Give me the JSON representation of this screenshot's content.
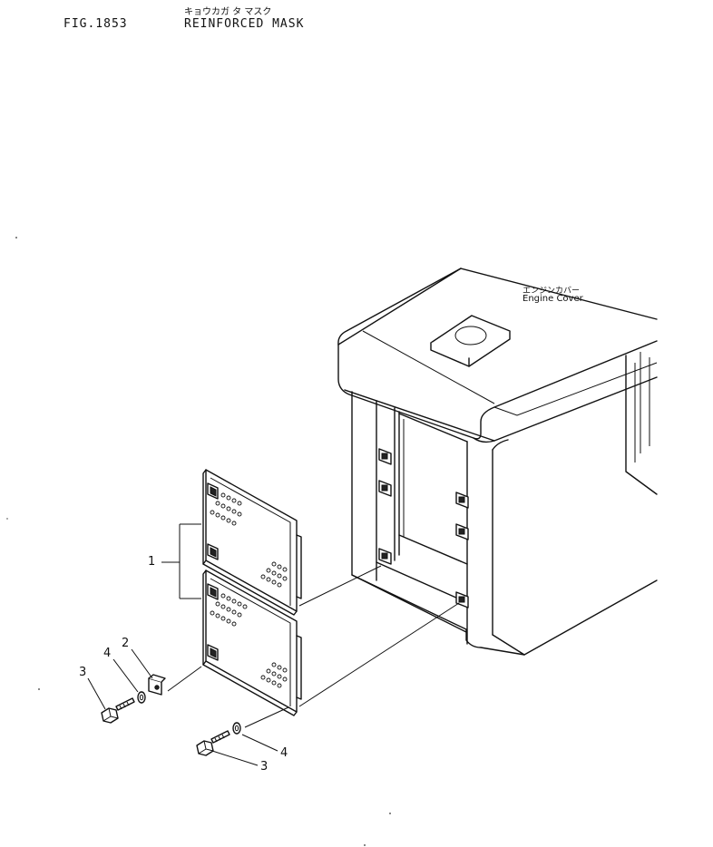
{
  "header": {
    "figure_number": "FIG.1853",
    "title_jp": "キョウカガ タ マスク",
    "title_en": "REINFORCED MASK"
  },
  "labels": {
    "engine_cover_jp": "エンジンカバー",
    "engine_cover_en": "Engine Cover"
  },
  "callouts": [
    "1",
    "2",
    "3",
    "4",
    "4",
    "3"
  ]
}
